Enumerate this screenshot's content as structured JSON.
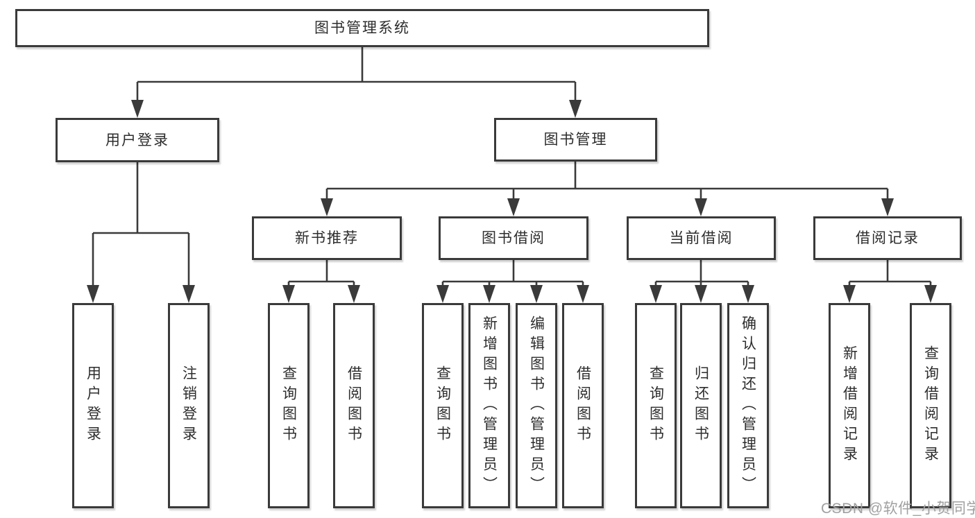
{
  "root": {
    "label": "图书管理系统"
  },
  "level2": [
    {
      "label": "用户登录"
    },
    {
      "label": "图书管理"
    }
  ],
  "level3": [
    {
      "label": "新书推荐"
    },
    {
      "label": "图书借阅"
    },
    {
      "label": "当前借阅"
    },
    {
      "label": "借阅记录"
    }
  ],
  "leaves": {
    "login": [
      {
        "label": "用户登录"
      },
      {
        "label": "注销登录"
      }
    ],
    "recommend": [
      {
        "label": "查询图书"
      },
      {
        "label": "借阅图书"
      }
    ],
    "borrow": [
      {
        "label": "查询图书"
      },
      {
        "label": "新增图书（管理员）"
      },
      {
        "label": "编辑图书（管理员）"
      },
      {
        "label": "借阅图书"
      }
    ],
    "current": [
      {
        "label": "查询图书"
      },
      {
        "label": "归还图书"
      },
      {
        "label": "确认归还（管理员）"
      }
    ],
    "records": [
      {
        "label": "新增借阅记录"
      },
      {
        "label": "查询借阅记录"
      }
    ]
  },
  "watermark": "CSDN @软件_小贺同学",
  "colors": {
    "line": "#3a3a3a",
    "text": "#2d2d2d",
    "watermark": "#a0a0a0",
    "background": "#ffffff"
  }
}
